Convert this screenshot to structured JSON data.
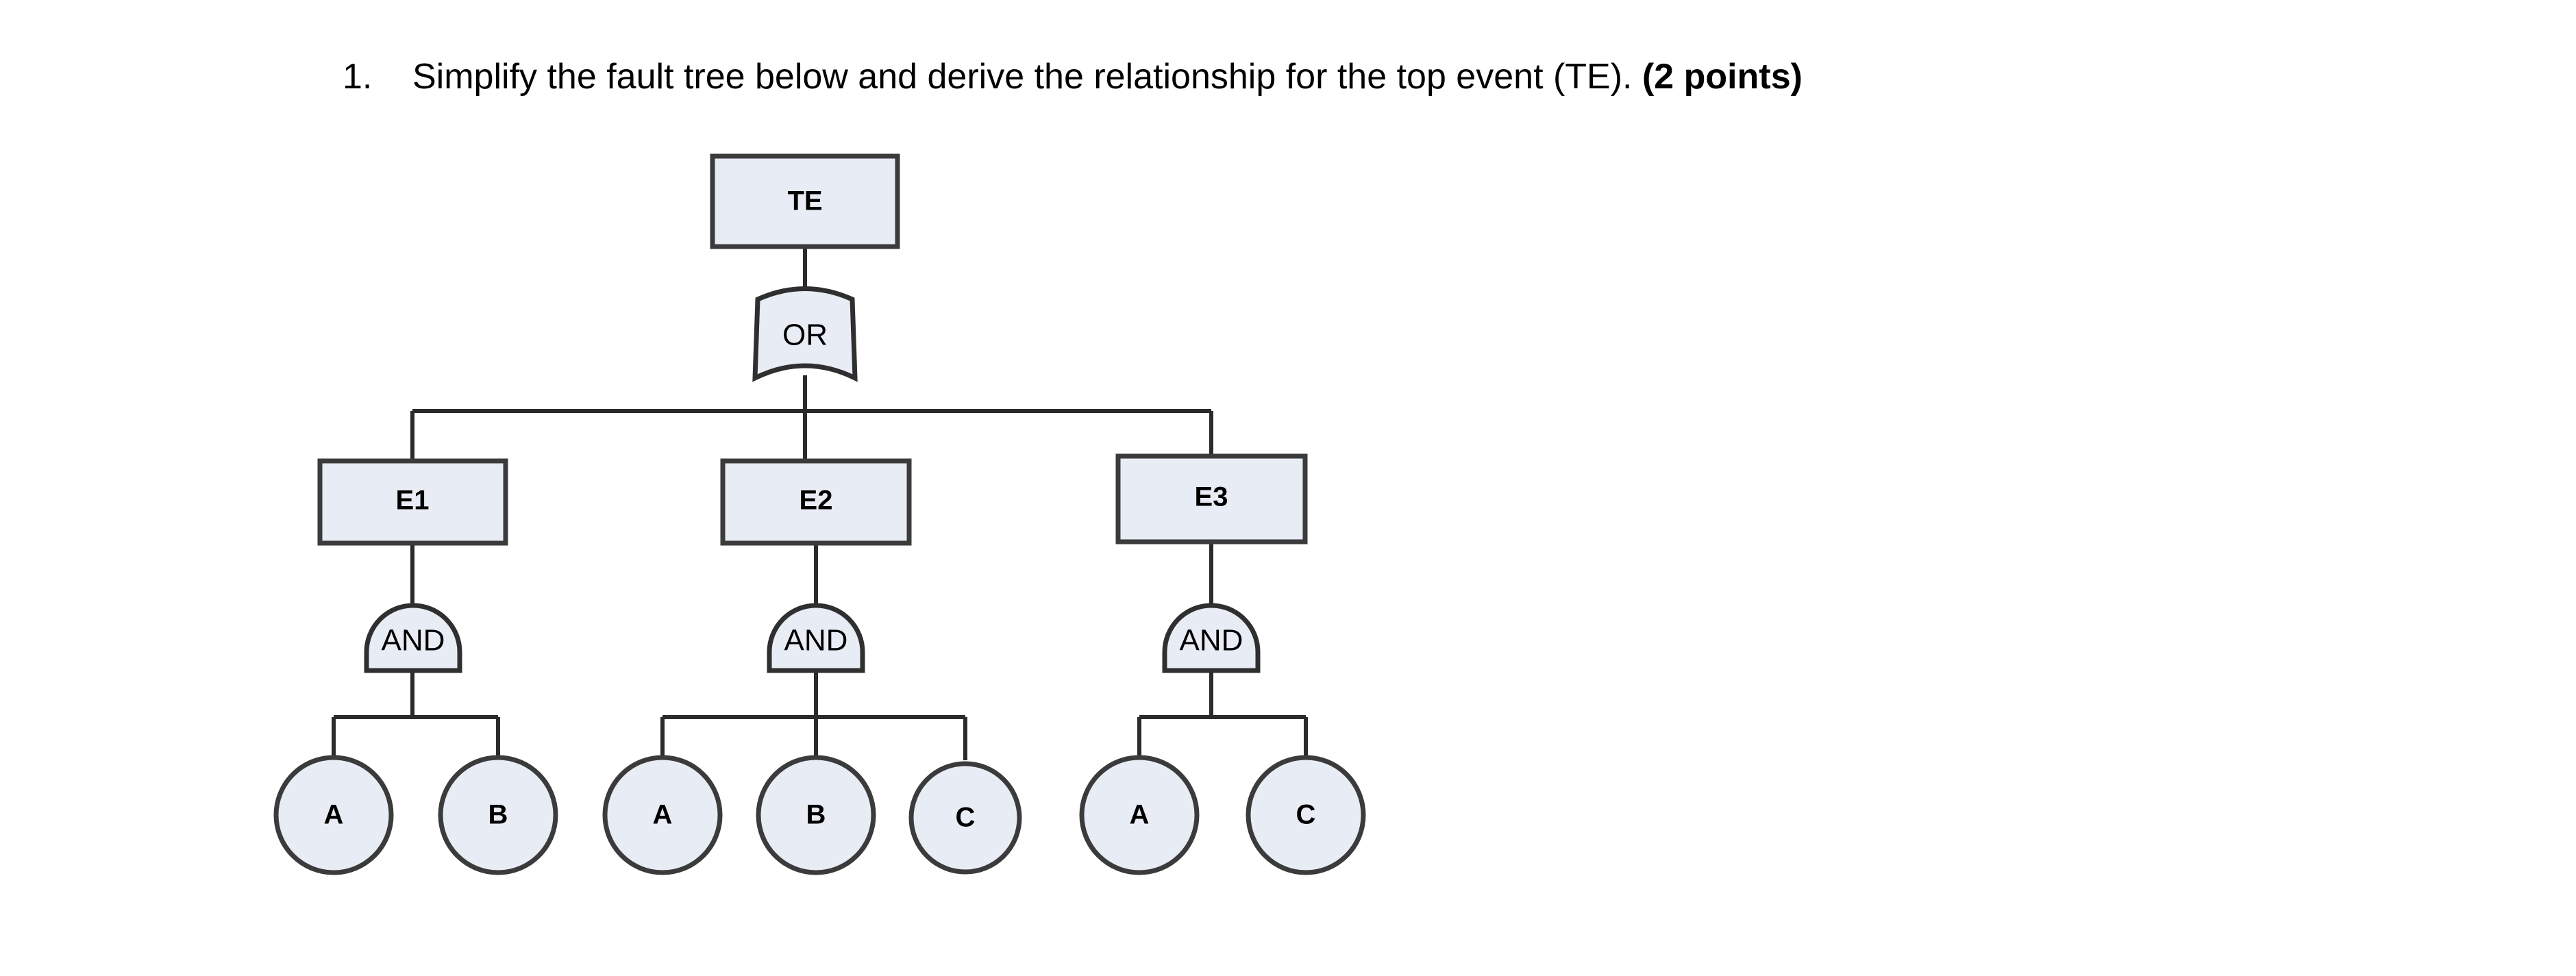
{
  "question": {
    "number": "1.",
    "text": "Simplify the fault tree below and derive the relationship for the top event (TE). ",
    "points": "(2 points)"
  },
  "colors": {
    "node_fill": "#e8ecf5",
    "node_border": "#3b3b3b",
    "edge": "#2b2b2b",
    "page_background": "#ffffff",
    "text": "#000000"
  },
  "diagram": {
    "type": "fault-tree",
    "top_event": {
      "id": "TE",
      "label": "TE",
      "shape": "rectangle"
    },
    "top_gate": {
      "id": "OR1",
      "label": "OR",
      "type": "or",
      "shape": "or-gate"
    },
    "intermediate_events": [
      {
        "id": "E1",
        "label": "E1",
        "shape": "rectangle"
      },
      {
        "id": "E2",
        "label": "E2",
        "shape": "rectangle"
      },
      {
        "id": "E3",
        "label": "E3",
        "shape": "rectangle"
      }
    ],
    "gates": [
      {
        "id": "AND1",
        "label": "AND",
        "type": "and",
        "parent": "E1"
      },
      {
        "id": "AND2",
        "label": "AND",
        "type": "and",
        "parent": "E2"
      },
      {
        "id": "AND3",
        "label": "AND",
        "type": "and",
        "parent": "E3"
      }
    ],
    "basic_events": [
      {
        "id": "E1-A",
        "label": "A",
        "shape": "circle",
        "parent": "AND1"
      },
      {
        "id": "E1-B",
        "label": "B",
        "shape": "circle",
        "parent": "AND1"
      },
      {
        "id": "E2-A",
        "label": "A",
        "shape": "circle",
        "parent": "AND2"
      },
      {
        "id": "E2-B",
        "label": "B",
        "shape": "circle",
        "parent": "AND2"
      },
      {
        "id": "E2-C",
        "label": "C",
        "shape": "circle",
        "parent": "AND2"
      },
      {
        "id": "E3-A",
        "label": "A",
        "shape": "circle",
        "parent": "AND3"
      },
      {
        "id": "E3-C",
        "label": "C",
        "shape": "circle",
        "parent": "AND3"
      }
    ],
    "structure": {
      "TE": "OR of E1, E2, E3",
      "E1": "AND of A, B",
      "E2": "AND of A, B, C",
      "E3": "AND of A, C"
    }
  }
}
